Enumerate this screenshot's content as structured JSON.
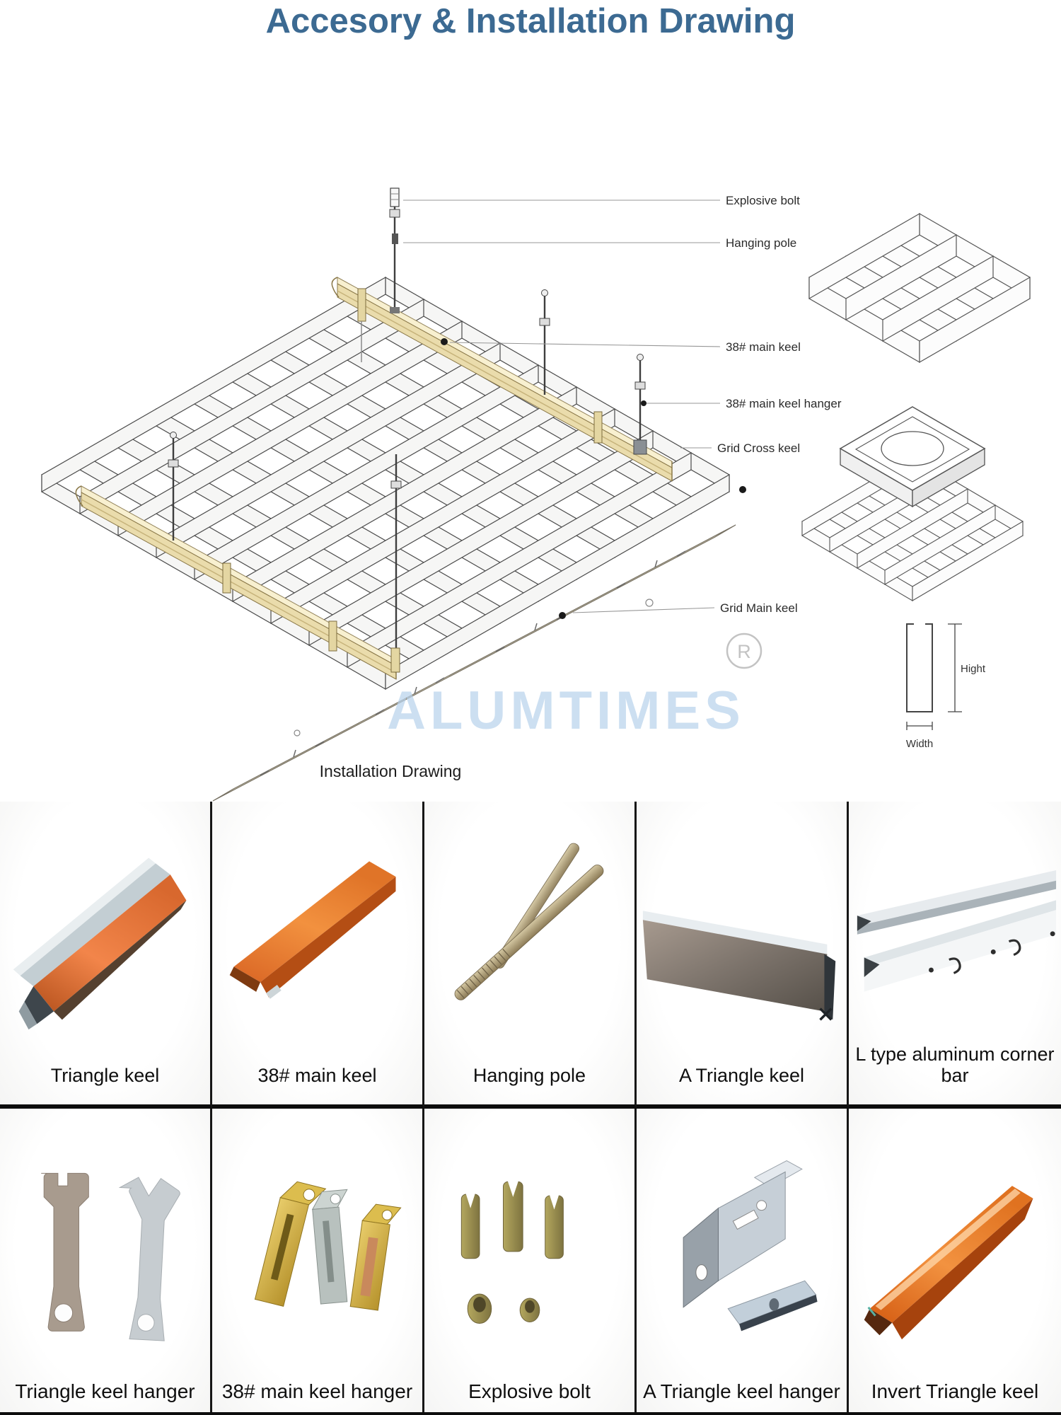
{
  "title": "Accesory & Installation Drawing",
  "drawing": {
    "caption": "Installation Drawing",
    "watermark": "ALUMTIMES",
    "registered_mark": "R",
    "callouts": [
      {
        "label": "Explosive bolt"
      },
      {
        "label": "Hanging pole"
      },
      {
        "label": "38# main keel"
      },
      {
        "label": "38# main keel hanger"
      },
      {
        "label": "Grid Cross keel"
      },
      {
        "label": "Grid Main keel"
      }
    ],
    "dimensions": {
      "height_label": "Hight",
      "width_label": "Width"
    }
  },
  "products": {
    "row1": [
      {
        "label": "Triangle keel"
      },
      {
        "label": "38# main keel"
      },
      {
        "label": "Hanging pole"
      },
      {
        "label": "A Triangle keel"
      },
      {
        "label": "L type aluminum corner bar"
      }
    ],
    "row2": [
      {
        "label": "Triangle keel hanger"
      },
      {
        "label": "38# main keel hanger"
      },
      {
        "label": "Explosive bolt"
      },
      {
        "label": "A Triangle keel hanger"
      },
      {
        "label": "Invert Triangle keel"
      }
    ]
  },
  "colors": {
    "title_blue": "#3c6a92",
    "watermark_blue": "#b9d3ec",
    "keel_tan": "#eadcac",
    "strip_cream": "#f8f1d6",
    "keel_orange": "#e06a28",
    "table_border": "#161616"
  }
}
